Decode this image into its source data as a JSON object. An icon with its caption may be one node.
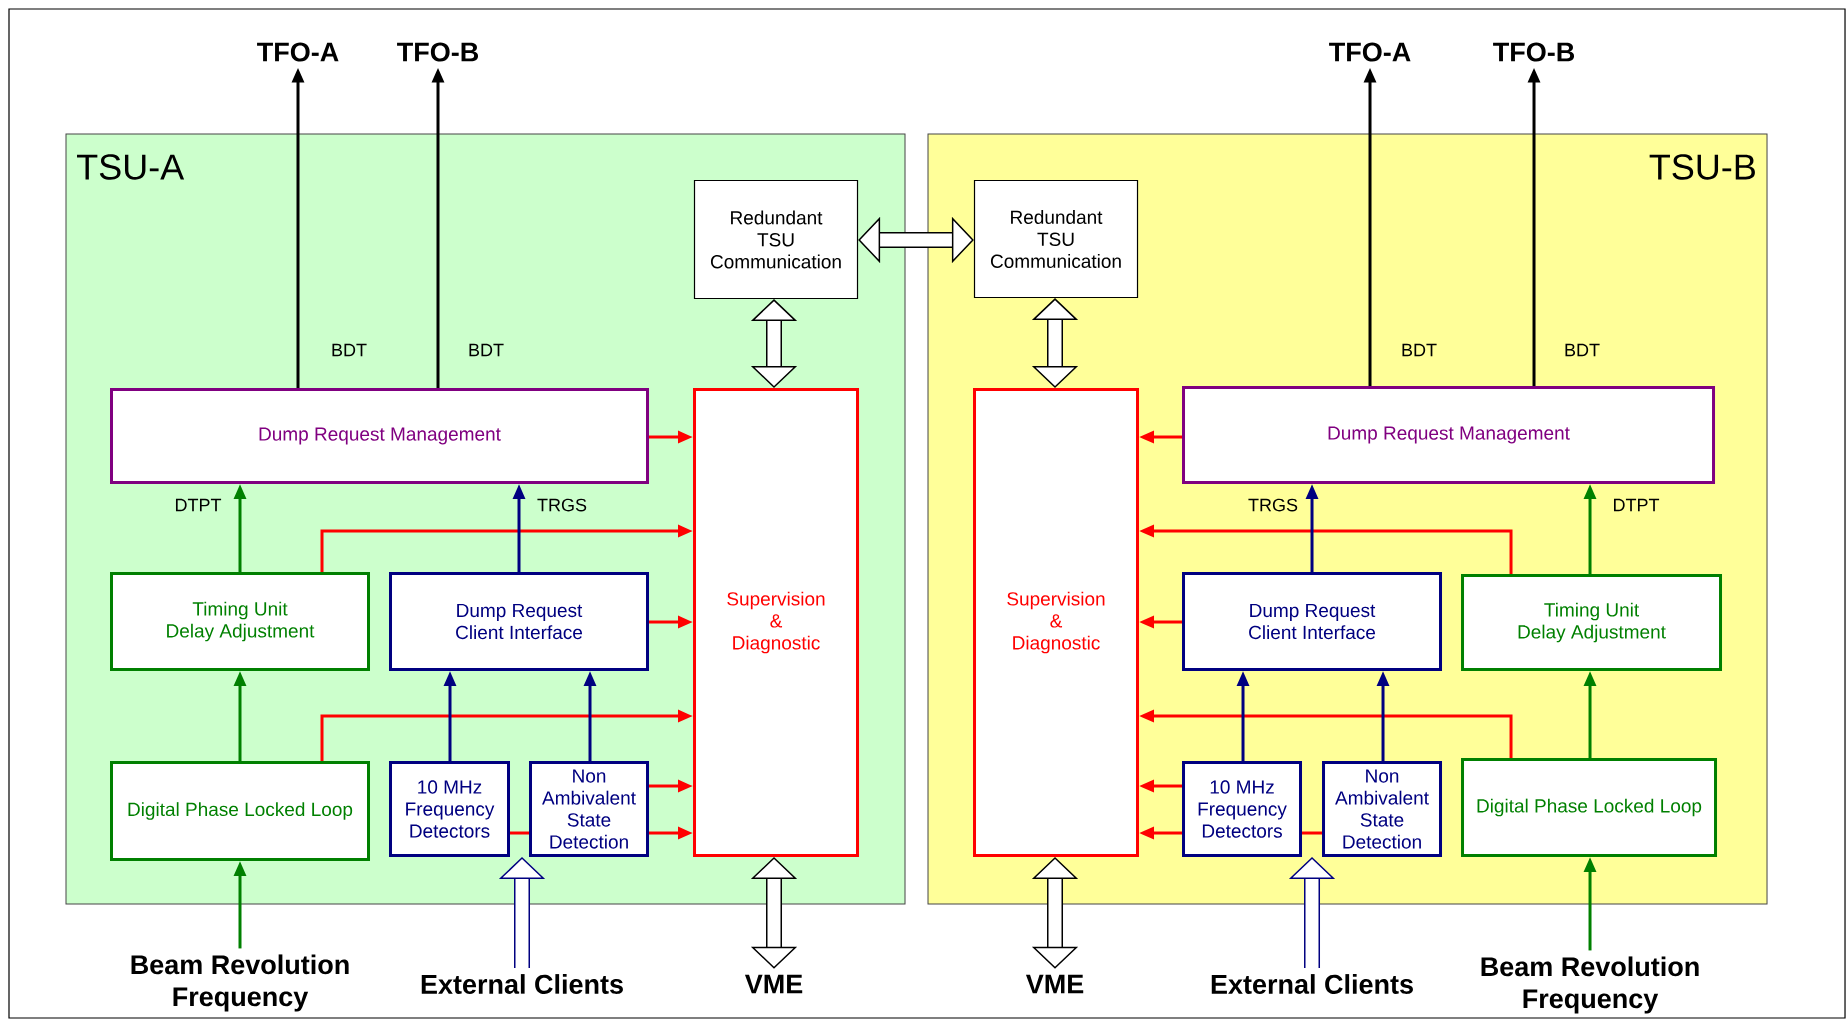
{
  "diagram": {
    "nodes": [
      {
        "text": [
          "TFO-A"
        ]
      },
      {
        "text": [
          "TFO-B"
        ]
      },
      {
        "text": [
          "TFO-A"
        ]
      },
      {
        "text": [
          "TFO-B"
        ]
      },
      {
        "text": [
          "TSU-A"
        ]
      },
      {
        "text": [
          "Redundant TSU Communication"
        ],
        "in": 4
      },
      {
        "text": [
          "Dump Request Management"
        ],
        "in": 4
      },
      {
        "text": [
          "Supervision & Diagnostic"
        ],
        "in": 4
      },
      {
        "text": [
          "Timing Unit Delay Adjustment"
        ],
        "in": 4
      },
      {
        "text": [
          "Dump Request Client Interface"
        ],
        "in": 4
      },
      {
        "text": [
          "Digital Phase Locked Loop"
        ],
        "in": 4
      },
      {
        "text": [
          "10 MHz Frequency Detectors"
        ],
        "in": 4
      },
      {
        "text": [
          "Non Ambivalent State Detection"
        ],
        "in": 4
      },
      {
        "text": [
          "TSU-B"
        ]
      },
      {
        "text": [
          "Redundant TSU Communication"
        ],
        "in": 13
      },
      {
        "text": [
          "Supervision & Diagnostic"
        ],
        "in": 13
      },
      {
        "text": [
          "Dump Request Management"
        ],
        "in": 13
      },
      {
        "text": [
          "Dump Request Client Interface"
        ],
        "in": 13
      },
      {
        "text": [
          "Timing Unit Delay Adjustment"
        ],
        "in": 13
      },
      {
        "text": [
          "10 MHz Frequency Detectors"
        ],
        "in": 13
      },
      {
        "text": [
          "Non Ambivalent State Detection"
        ],
        "in": 13
      },
      {
        "text": [
          "Digital Phase Locked Loop"
        ],
        "in": 13
      },
      {
        "text": [
          "Beam Revolution Frequency"
        ]
      },
      {
        "text": [
          "External Clients"
        ]
      },
      {
        "text": [
          "VME"
        ]
      },
      {
        "text": [
          "VME"
        ]
      },
      {
        "text": [
          "External Clients"
        ]
      },
      {
        "text": [
          "Beam Revolution Frequency"
        ]
      }
    ],
    "edges": [
      {
        "from": 6,
        "to": 0,
        "arrow": "to",
        "label": "BDT",
        "color": "#000000"
      },
      {
        "from": 6,
        "to": 1,
        "arrow": "to",
        "label": "BDT",
        "color": "#000000"
      },
      {
        "from": 5,
        "to": 14,
        "arrow": "both",
        "style": "thick",
        "color": "#000000"
      },
      {
        "from": 5,
        "to": 7,
        "arrow": "both",
        "style": "thick",
        "color": "#000000"
      },
      {
        "from": 7,
        "to": 24,
        "arrow": "both",
        "style": "thick",
        "color": "#000000"
      },
      {
        "from": 6,
        "to": 7,
        "arrow": "to"
      },
      {
        "from": 8,
        "to": 7,
        "arrow": "to"
      },
      {
        "from": 9,
        "to": 7,
        "arrow": "to"
      },
      {
        "from": 10,
        "to": 7,
        "arrow": "to"
      },
      {
        "from": 12,
        "to": 7,
        "arrow": "to"
      },
      {
        "from": 11,
        "to": 12,
        "arrow": "none"
      },
      {
        "from": 12,
        "to": 7,
        "arrow": "to"
      },
      {
        "from": 22,
        "to": 10,
        "arrow": "to",
        "color": "#008000"
      },
      {
        "from": 10,
        "to": 8,
        "arrow": "to",
        "color": "#008000"
      },
      {
        "from": 8,
        "to": 6,
        "arrow": "to",
        "label": "DTPT",
        "color": "#008000"
      },
      {
        "from": 11,
        "to": 9,
        "arrow": "to",
        "color": "#000080"
      },
      {
        "from": 12,
        "to": 9,
        "arrow": "to",
        "color": "#000080"
      },
      {
        "from": 9,
        "to": 6,
        "arrow": "to",
        "label": "TRGS",
        "color": "#000080"
      },
      {
        "from": 23,
        "to": 12,
        "arrow": "to",
        "style": "thick",
        "color": "#000080"
      },
      {
        "from": 16,
        "to": 2,
        "arrow": "to",
        "label": "BDT",
        "color": "#000000"
      },
      {
        "from": 16,
        "to": 3,
        "arrow": "to",
        "label": "BDT",
        "color": "#000000"
      },
      {
        "from": 14,
        "to": 15,
        "arrow": "both",
        "style": "thick",
        "color": "#000000"
      },
      {
        "from": 15,
        "to": 25,
        "arrow": "both",
        "style": "thick",
        "color": "#000000"
      },
      {
        "from": 16,
        "to": 15,
        "arrow": "to"
      },
      {
        "from": 18,
        "to": 15,
        "arrow": "to"
      },
      {
        "from": 17,
        "to": 15,
        "arrow": "to"
      },
      {
        "from": 21,
        "to": 15,
        "arrow": "to"
      },
      {
        "from": 19,
        "to": 15,
        "arrow": "to"
      },
      {
        "from": 20,
        "to": 19,
        "arrow": "none"
      },
      {
        "from": 19,
        "to": 15,
        "arrow": "to"
      },
      {
        "from": 27,
        "to": 21,
        "arrow": "to",
        "color": "#008000"
      },
      {
        "from": 21,
        "to": 18,
        "arrow": "to",
        "color": "#008000"
      },
      {
        "from": 18,
        "to": 16,
        "arrow": "to",
        "label": "DTPT",
        "color": "#008000"
      },
      {
        "from": 19,
        "to": 17,
        "arrow": "to",
        "color": "#000080"
      },
      {
        "from": 20,
        "to": 17,
        "arrow": "to",
        "color": "#000080"
      },
      {
        "from": 17,
        "to": 16,
        "arrow": "to",
        "label": "TRGS",
        "color": "#000080"
      },
      {
        "from": 26,
        "to": 19,
        "arrow": "to",
        "style": "thick",
        "color": "#000080"
      }
    ]
  }
}
